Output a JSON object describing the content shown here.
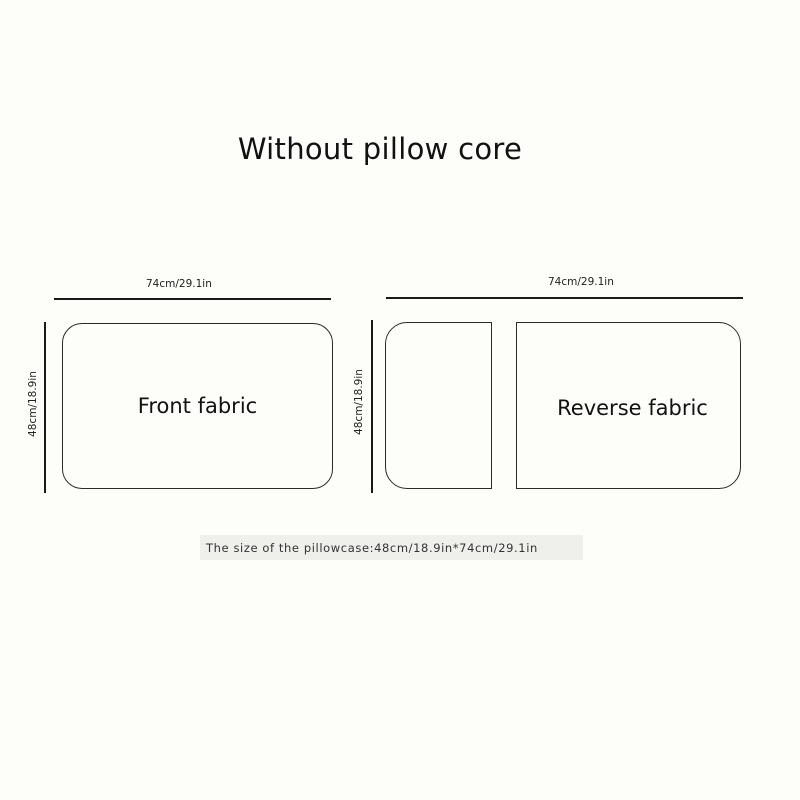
{
  "title": "Without pillow core",
  "front_panel": {
    "width_label": "74cm/29.1in",
    "height_label": "48cm/18.9in",
    "label": "Front fabric"
  },
  "reverse_panel": {
    "width_label": "74cm/29.1in",
    "height_label": "48cm/18.9in",
    "label": "Reverse fabric"
  },
  "caption": "The size of the pillowcase:48cm/18.9in*74cm/29.1in",
  "colors": {
    "background": "#fdfdf9",
    "line": "#1a1a1a",
    "caption_bg": "#efefec"
  }
}
